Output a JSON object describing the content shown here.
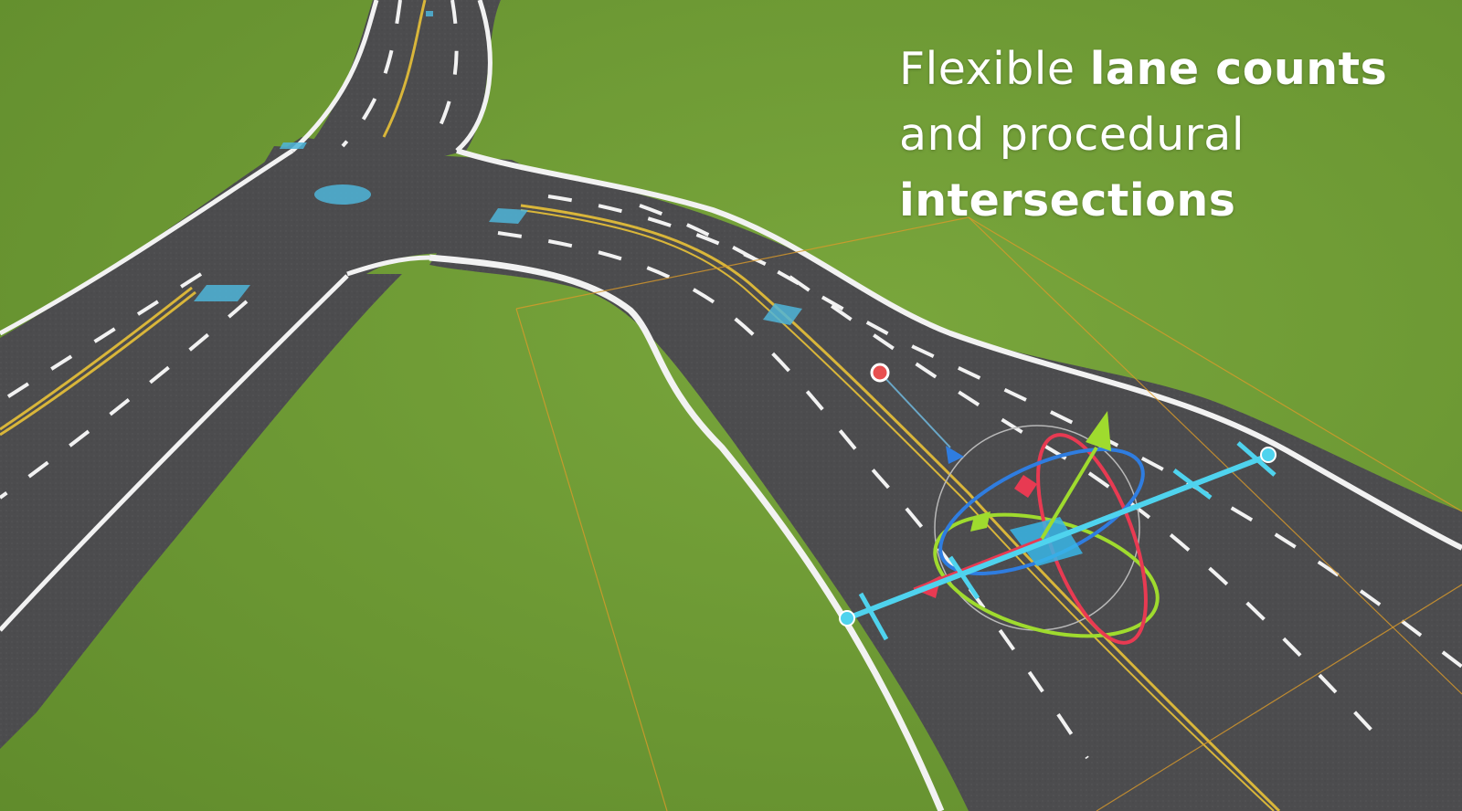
{
  "caption": {
    "line1_regular": "Flexible ",
    "line1_bold": "lane counts",
    "line2_regular": "and procedural",
    "line3_bold": "intersections"
  },
  "colors": {
    "grass": "#6e9a34",
    "asphalt": "#4a4a4c",
    "lane_white": "#f2f2f2",
    "lane_yellow": "#d9b63a",
    "handle_cyan": "#4fd3ee",
    "gizmo_red": "#e83a52",
    "gizmo_green": "#9fdb2e",
    "gizmo_blue": "#2f7de0"
  },
  "icons": {
    "transform_gizmo": "move-rotate-gizmo-icon",
    "spline_control_point": "control-point-icon",
    "lane_width_handle": "lane-width-handle-icon"
  }
}
